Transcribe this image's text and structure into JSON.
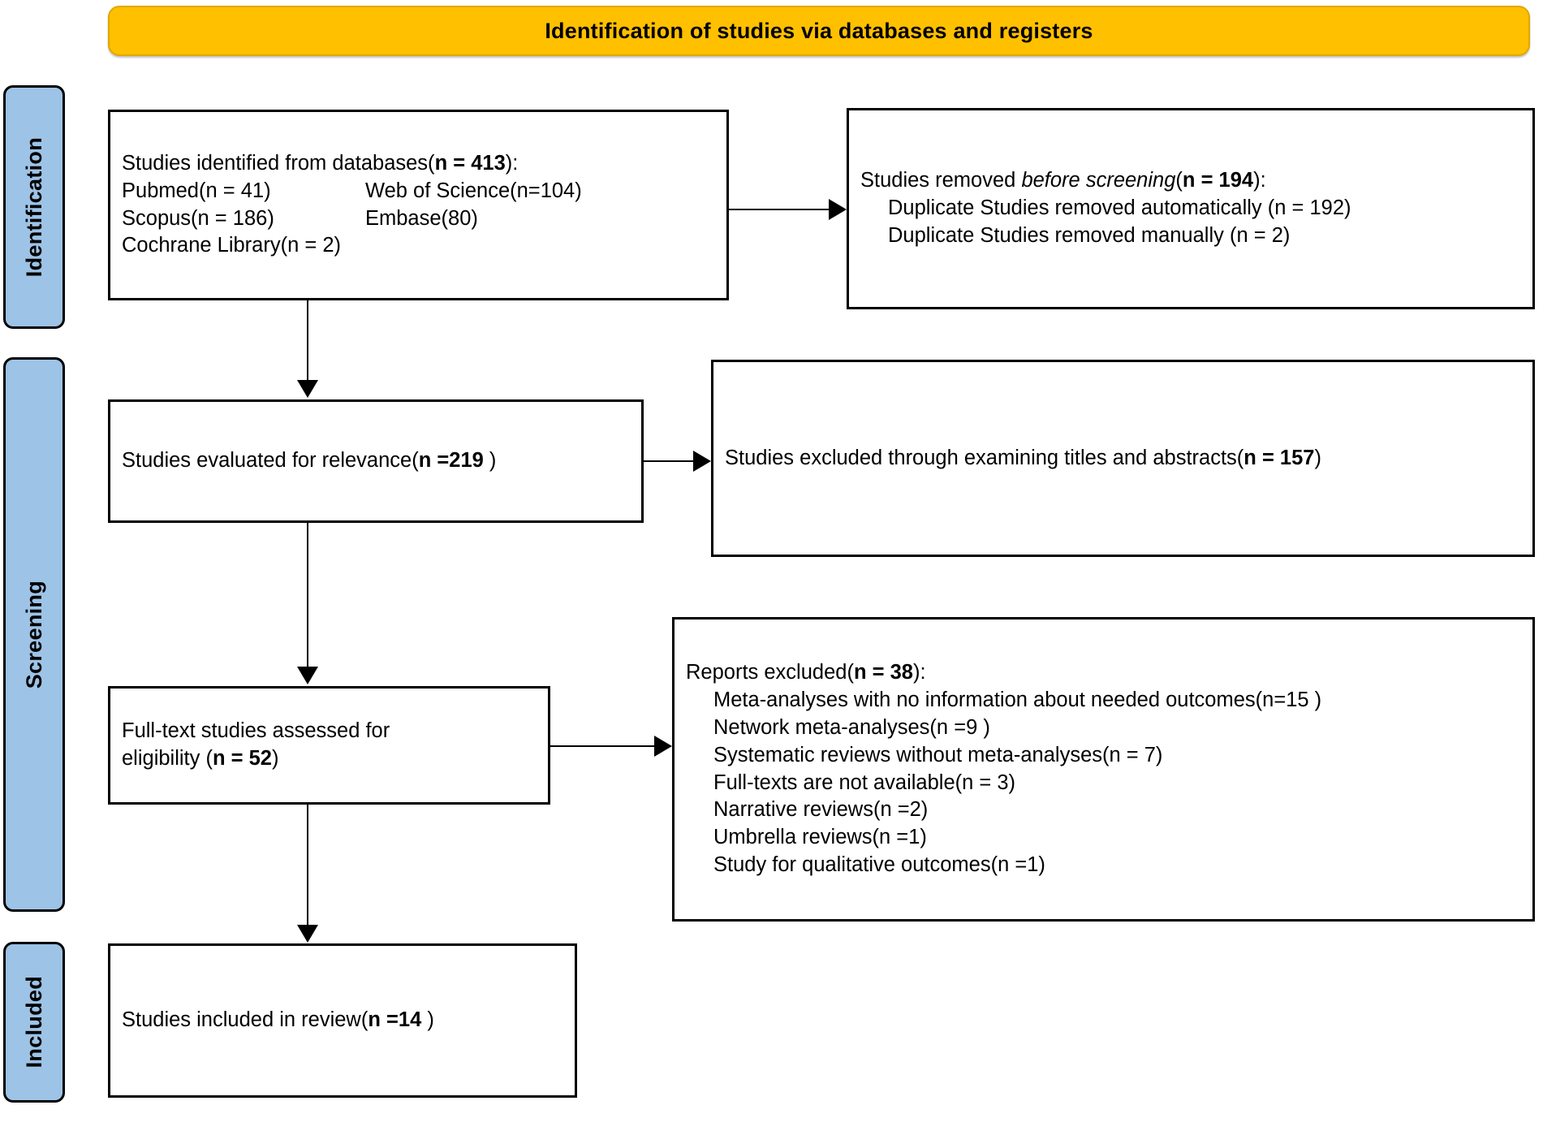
{
  "header": {
    "title": "Identification of studies via databases and registers",
    "color": "#FFC000"
  },
  "stages": {
    "identification": "Identification",
    "screening": "Screening",
    "included": "Included",
    "color": "#9DC3E6"
  },
  "boxes": {
    "identified": {
      "title_pre": "Studies identified from databases(",
      "title_n": "n = 413",
      "title_post": "):",
      "sources": [
        {
          "left": "Pubmed(n = 41)",
          "right": "Web of Science(n=104)"
        },
        {
          "left": "Scopus(n = 186)",
          "right": "Embase(80)"
        },
        {
          "left": "Cochrane Library(n = 2)",
          "right": ""
        }
      ]
    },
    "removed_before_screening": {
      "title_pre": "Studies removed ",
      "title_em": "before screening",
      "title_paren": "(",
      "title_n": "n = 194",
      "title_post": "):",
      "items": [
        "Duplicate Studies removed automatically (n = 192)",
        "Duplicate Studies removed manually (n = 2)"
      ]
    },
    "evaluated": {
      "text_pre": "Studies evaluated for relevance(",
      "text_n": "n =219",
      "text_post": " )"
    },
    "excluded_titles": {
      "text_pre": "Studies excluded through examining titles and abstracts(",
      "text_n": "n = 157",
      "text_post": ")"
    },
    "fulltext": {
      "line1": "Full-text studies assessed for",
      "line2_pre": "eligibility (",
      "line2_n": "n = 52",
      "line2_post": ")"
    },
    "reports_excluded": {
      "title_pre": "Reports excluded(",
      "title_n": "n = 38",
      "title_post": "):",
      "items": [
        "Meta-analyses with no information about needed outcomes(n=15 )",
        "Network meta-analyses(n =9 )",
        "Systematic reviews without meta-analyses(n = 7)",
        "Full-texts are not available(n = 3)",
        "Narrative reviews(n =2)",
        "Umbrella reviews(n =1)",
        "Study for qualitative outcomes(n =1)"
      ]
    },
    "included": {
      "text_pre": "Studies included in review(",
      "text_n": "n =14",
      "text_post": " )"
    }
  },
  "chart_data": {
    "type": "flowchart",
    "title": "Identification of studies via databases and registers",
    "nodes": [
      {
        "id": "identified",
        "stage": "Identification",
        "n": 413,
        "breakdown": {
          "Pubmed": 41,
          "Web of Science": 104,
          "Scopus": 186,
          "Embase": 80,
          "Cochrane Library": 2
        }
      },
      {
        "id": "removed_before_screening",
        "stage": "Identification",
        "n": 194,
        "breakdown": {
          "Duplicate Studies removed automatically": 192,
          "Duplicate Studies removed manually": 2
        }
      },
      {
        "id": "evaluated",
        "stage": "Screening",
        "n": 219
      },
      {
        "id": "excluded_titles",
        "stage": "Screening",
        "n": 157
      },
      {
        "id": "fulltext",
        "stage": "Screening",
        "n": 52
      },
      {
        "id": "reports_excluded",
        "stage": "Screening",
        "n": 38,
        "breakdown": {
          "Meta-analyses with no information about needed outcomes": 15,
          "Network meta-analyses": 9,
          "Systematic reviews without meta-analyses": 7,
          "Full-texts are not available": 3,
          "Narrative reviews": 2,
          "Umbrella reviews": 1,
          "Study for qualitative outcomes": 1
        }
      },
      {
        "id": "included",
        "stage": "Included",
        "n": 14
      }
    ],
    "edges": [
      {
        "from": "identified",
        "to": "removed_before_screening"
      },
      {
        "from": "identified",
        "to": "evaluated"
      },
      {
        "from": "evaluated",
        "to": "excluded_titles"
      },
      {
        "from": "evaluated",
        "to": "fulltext"
      },
      {
        "from": "fulltext",
        "to": "reports_excluded"
      },
      {
        "from": "fulltext",
        "to": "included"
      }
    ]
  }
}
